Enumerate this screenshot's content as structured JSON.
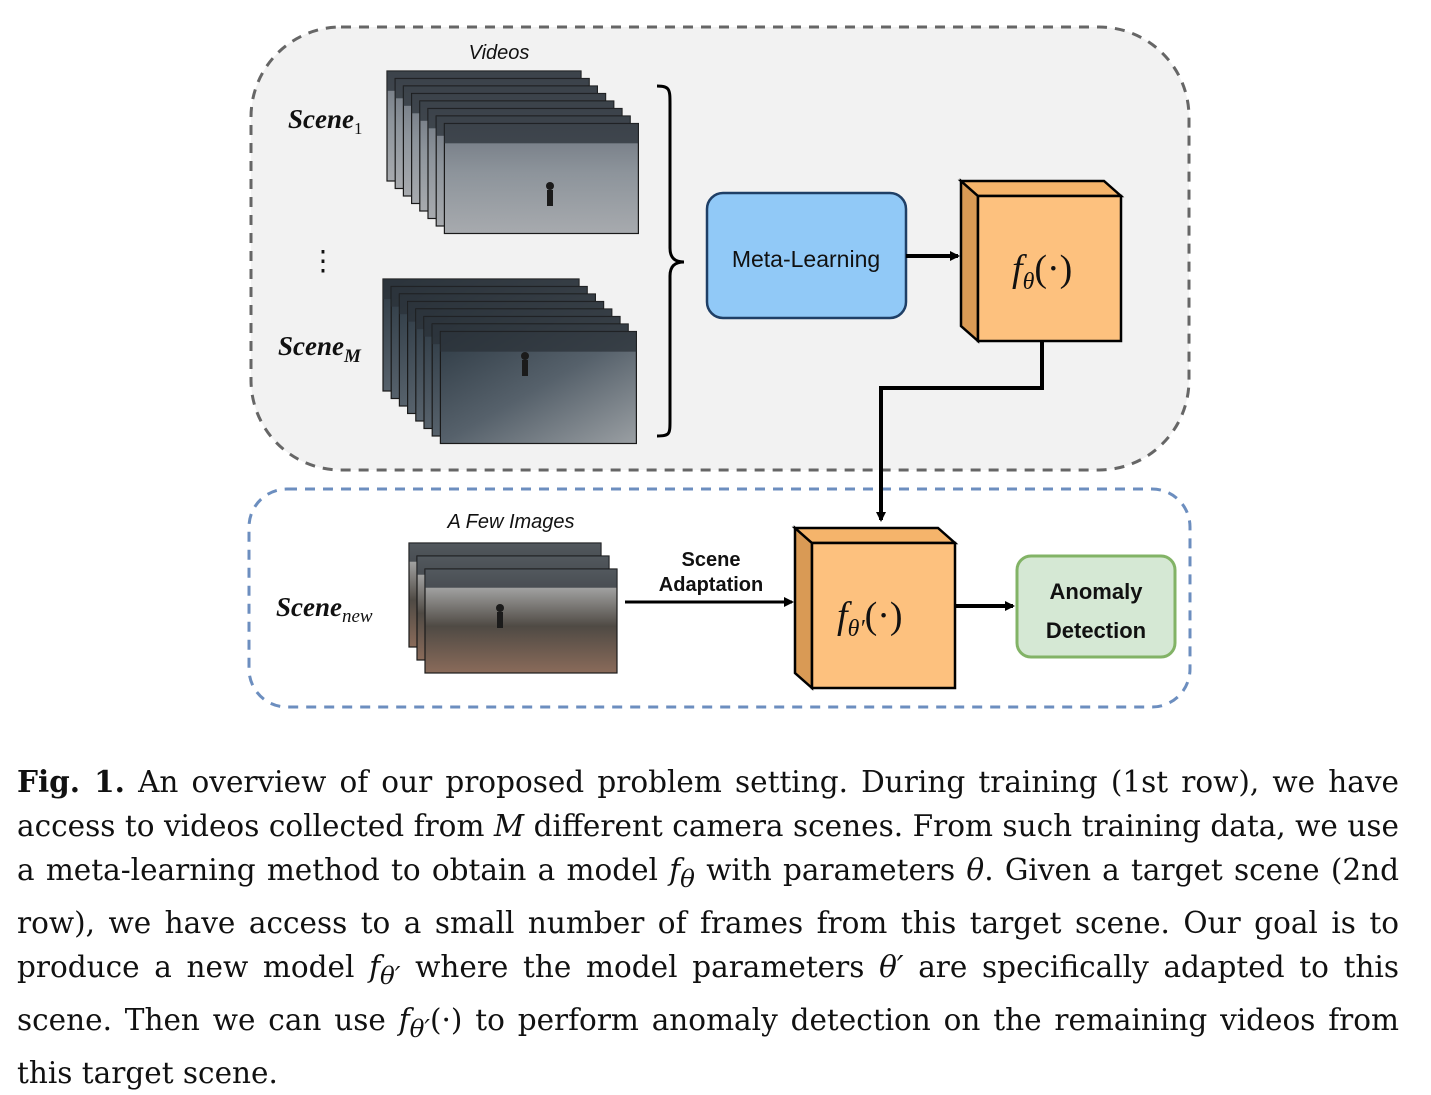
{
  "figure": {
    "videos_label": "Videos",
    "few_images_label": "A Few Images",
    "scene_labels": {
      "scene1": {
        "base": "Scene",
        "sub": "1"
      },
      "sceneM": {
        "base": "Scene",
        "sub": "M"
      },
      "scene_new": {
        "base": "Scene",
        "sub": "new"
      }
    },
    "ellipsis": "⋮",
    "meta_learning": "Meta-Learning",
    "model_theta": {
      "f": "f",
      "sub": "θ",
      "arg": "(·)"
    },
    "model_theta_prime": {
      "f": "f",
      "sub": "θ′",
      "arg": "(·)"
    },
    "scene_adaptation_line1": "Scene",
    "scene_adaptation_line2": "Adaptation",
    "anomaly_line1": "Anomaly",
    "anomaly_line2": "Detection",
    "colors": {
      "training_bg": "#f2f2f2",
      "training_border": "#666666",
      "target_border": "#6c8ebf",
      "meta_fill": "#91c9f7",
      "meta_border": "#1f4e79",
      "cube_fill": "#fdc17e",
      "cube_side": "#d99a55",
      "anomaly_fill": "#d5e8d4",
      "anomaly_border": "#82b366"
    }
  },
  "caption": {
    "label": "Fig. 1.",
    "s1": "An overview of our proposed problem setting. During training (1st row), we have access to videos collected from ",
    "M": "M",
    "s2": " different camera scenes. From such training data, we use a meta-learning method to obtain a model ",
    "f1": "f",
    "f1_sub": "θ",
    "s3": " with parameters ",
    "theta": "θ",
    "s4": ". Given a target scene (2nd row), we have access to a small number of frames from this target scene. Our goal is to produce a new model ",
    "f2": "f",
    "f2_sub": "θ′",
    "s5": " where the model parameters ",
    "theta_prime": "θ′",
    "s6": " are specifically adapted to this scene. Then we can use ",
    "f3": "f",
    "f3_sub": "θ′",
    "f3_arg": "(·)",
    "s7": " to perform anomaly detection on the remaining videos from this target scene."
  }
}
